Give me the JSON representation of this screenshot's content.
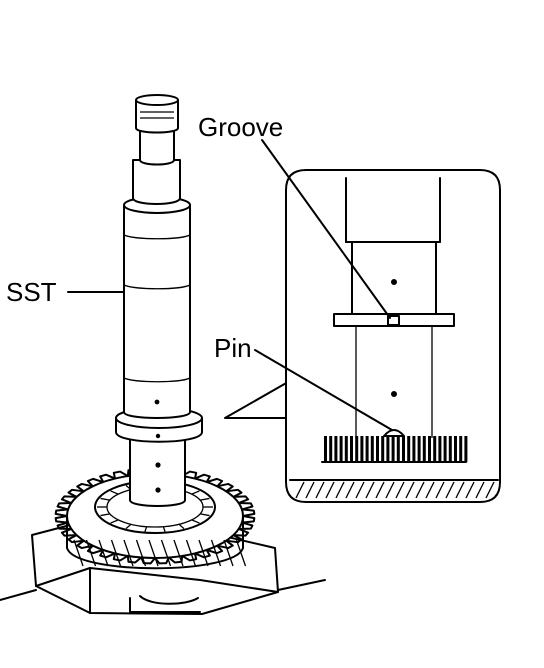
{
  "labels": {
    "groove": "Groove",
    "sst": "SST",
    "pin": "Pin"
  },
  "colors": {
    "ink": "#000000",
    "paper": "#ffffff"
  }
}
